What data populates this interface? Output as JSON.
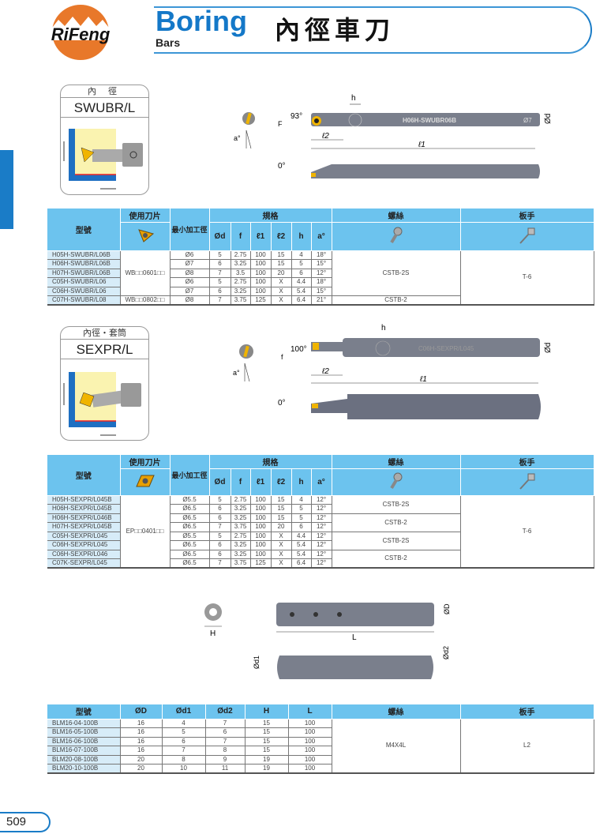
{
  "header": {
    "brand": "RiFeng",
    "title_en": "Boring",
    "subtitle_en": "Bars",
    "title_cn": "內徑車刀"
  },
  "page_number": "509",
  "section1": {
    "label_cn": "內 徑",
    "code": "SWUBR/L",
    "drawing": {
      "angle_top": "93°",
      "bar_text": "H06H-SWUBR06B",
      "bar_size": "Ø7",
      "dim_h": "h",
      "dim_f": "F",
      "dim_d": "Ød",
      "dim_l1": "ℓ1",
      "dim_l2": "ℓ2",
      "angle_a": "a°",
      "angle_0": "0°"
    },
    "table": {
      "headers": {
        "model": "型號",
        "insert": "使用刀片",
        "min_bore": "最小加工徑",
        "spec": "規格",
        "screw": "螺絲",
        "wrench": "板手",
        "cols": [
          "Ød",
          "f",
          "ℓ1",
          "ℓ2",
          "h",
          "a°"
        ]
      },
      "rows": [
        {
          "model": "H05H-SWUBR/L06B",
          "d": "Ø6",
          "f": "5",
          "f2": "2.75",
          "l1": "100",
          "l2": "15",
          "h": "4",
          "a": "18°"
        },
        {
          "model": "H06H-SWUBR/L06B",
          "d": "Ø7",
          "f": "6",
          "f2": "3.25",
          "l1": "100",
          "l2": "15",
          "h": "5",
          "a": "15°"
        },
        {
          "model": "H07H-SWUBR/L06B",
          "d": "Ø8",
          "f": "7",
          "f2": "3.5",
          "l1": "100",
          "l2": "20",
          "h": "6",
          "a": "12°"
        },
        {
          "model": "C05H-SWUBR/L06",
          "d": "Ø6",
          "f": "5",
          "f2": "2.75",
          "l1": "100",
          "l2": "X",
          "h": "4.4",
          "a": "18°"
        },
        {
          "model": "C06H-SWUBR/L06",
          "d": "Ø7",
          "f": "6",
          "f2": "3.25",
          "l1": "100",
          "l2": "X",
          "h": "5.4",
          "a": "15°"
        },
        {
          "model": "C07H-SWUBR/L08",
          "d": "Ø8",
          "f": "7",
          "f2": "3.75",
          "l1": "125",
          "l2": "X",
          "h": "6.4",
          "a": "21°"
        }
      ],
      "inserts": [
        "WB□□0601□□",
        "WB□□0802□□"
      ],
      "screws": [
        "CSTB-2S",
        "CSTB-2"
      ],
      "wrench": "T-6"
    }
  },
  "section2": {
    "label_cn": "內徑・套筒",
    "code": "SEXPR/L",
    "drawing": {
      "angle_top": "100°",
      "bar_text": "C06H-SEXPR/L045",
      "dim_h": "h",
      "dim_f": "f",
      "dim_d": "Ød",
      "dim_l1": "ℓ1",
      "dim_l2": "ℓ2",
      "angle_a": "a°",
      "angle_0": "0°"
    },
    "table": {
      "headers": {
        "model": "型號",
        "insert": "使用刀片",
        "min_bore": "最小加工徑",
        "spec": "規格",
        "screw": "螺絲",
        "wrench": "板手",
        "cols": [
          "Ød",
          "f",
          "ℓ1",
          "ℓ2",
          "h",
          "a°"
        ]
      },
      "rows": [
        {
          "model": "H05H-SEXPR/L045B",
          "d": "Ø5.5",
          "f": "5",
          "f2": "2.75",
          "l1": "100",
          "l2": "15",
          "h": "4",
          "a": "12°"
        },
        {
          "model": "H06H-SEXPR/L045B",
          "d": "Ø6.5",
          "f": "6",
          "f2": "3.25",
          "l1": "100",
          "l2": "15",
          "h": "5",
          "a": "12°"
        },
        {
          "model": "H06H-SEXPR/L046B",
          "d": "Ø6.5",
          "f": "6",
          "f2": "3.25",
          "l1": "100",
          "l2": "15",
          "h": "5",
          "a": "12°"
        },
        {
          "model": "H07H-SEXPR/L045B",
          "d": "Ø6.5",
          "f": "7",
          "f2": "3.75",
          "l1": "100",
          "l2": "20",
          "h": "6",
          "a": "12°"
        },
        {
          "model": "C05H-SEXPR/L045",
          "d": "Ø5.5",
          "f": "5",
          "f2": "2.75",
          "l1": "100",
          "l2": "X",
          "h": "4.4",
          "a": "12°"
        },
        {
          "model": "C06H-SEXPR/L045",
          "d": "Ø6.5",
          "f": "6",
          "f2": "3.25",
          "l1": "100",
          "l2": "X",
          "h": "5.4",
          "a": "12°"
        },
        {
          "model": "C06H-SEXPR/L046",
          "d": "Ø6.5",
          "f": "6",
          "f2": "3.25",
          "l1": "100",
          "l2": "X",
          "h": "5.4",
          "a": "12°"
        },
        {
          "model": "C07K-SEXPR/L045",
          "d": "Ø6.5",
          "f": "7",
          "f2": "3.75",
          "l1": "125",
          "l2": "X",
          "h": "6.4",
          "a": "12°"
        }
      ],
      "insert": "EP□□0401□□",
      "screws": [
        "CSTB-2S",
        "CSTB-2",
        "CSTB-2S",
        "CSTB-2"
      ],
      "wrench": "T-6"
    }
  },
  "section3": {
    "drawing": {
      "dim_H": "H",
      "dim_L": "L",
      "dim_D": "ØD",
      "dim_d1": "Ød1",
      "dim_d2": "Ød2"
    },
    "table": {
      "headers": [
        "型號",
        "ØD",
        "Ød1",
        "Ød2",
        "H",
        "L",
        "螺絲",
        "板手"
      ],
      "rows": [
        {
          "model": "BLM16-04-100B",
          "D": "16",
          "d1": "4",
          "d2": "7",
          "H": "15",
          "L": "100"
        },
        {
          "model": "BLM16-05-100B",
          "D": "16",
          "d1": "5",
          "d2": "6",
          "H": "15",
          "L": "100"
        },
        {
          "model": "BLM16-06-100B",
          "D": "16",
          "d1": "6",
          "d2": "7",
          "H": "15",
          "L": "100"
        },
        {
          "model": "BLM16-07-100B",
          "D": "16",
          "d1": "7",
          "d2": "8",
          "H": "15",
          "L": "100"
        },
        {
          "model": "BLM20-08-100B",
          "D": "20",
          "d1": "8",
          "d2": "9",
          "H": "19",
          "L": "100"
        },
        {
          "model": "BLM20-10-100B",
          "D": "20",
          "d1": "10",
          "d2": "11",
          "H": "19",
          "L": "100"
        }
      ],
      "screw": "M4X4L",
      "wrench": "L2"
    }
  },
  "colors": {
    "accent": "#1478c8",
    "header_fill": "#6cc3ee",
    "model_fill": "#d7ecf8",
    "logo_orange": "#e8782a",
    "insert_gold": "#f0b400"
  }
}
